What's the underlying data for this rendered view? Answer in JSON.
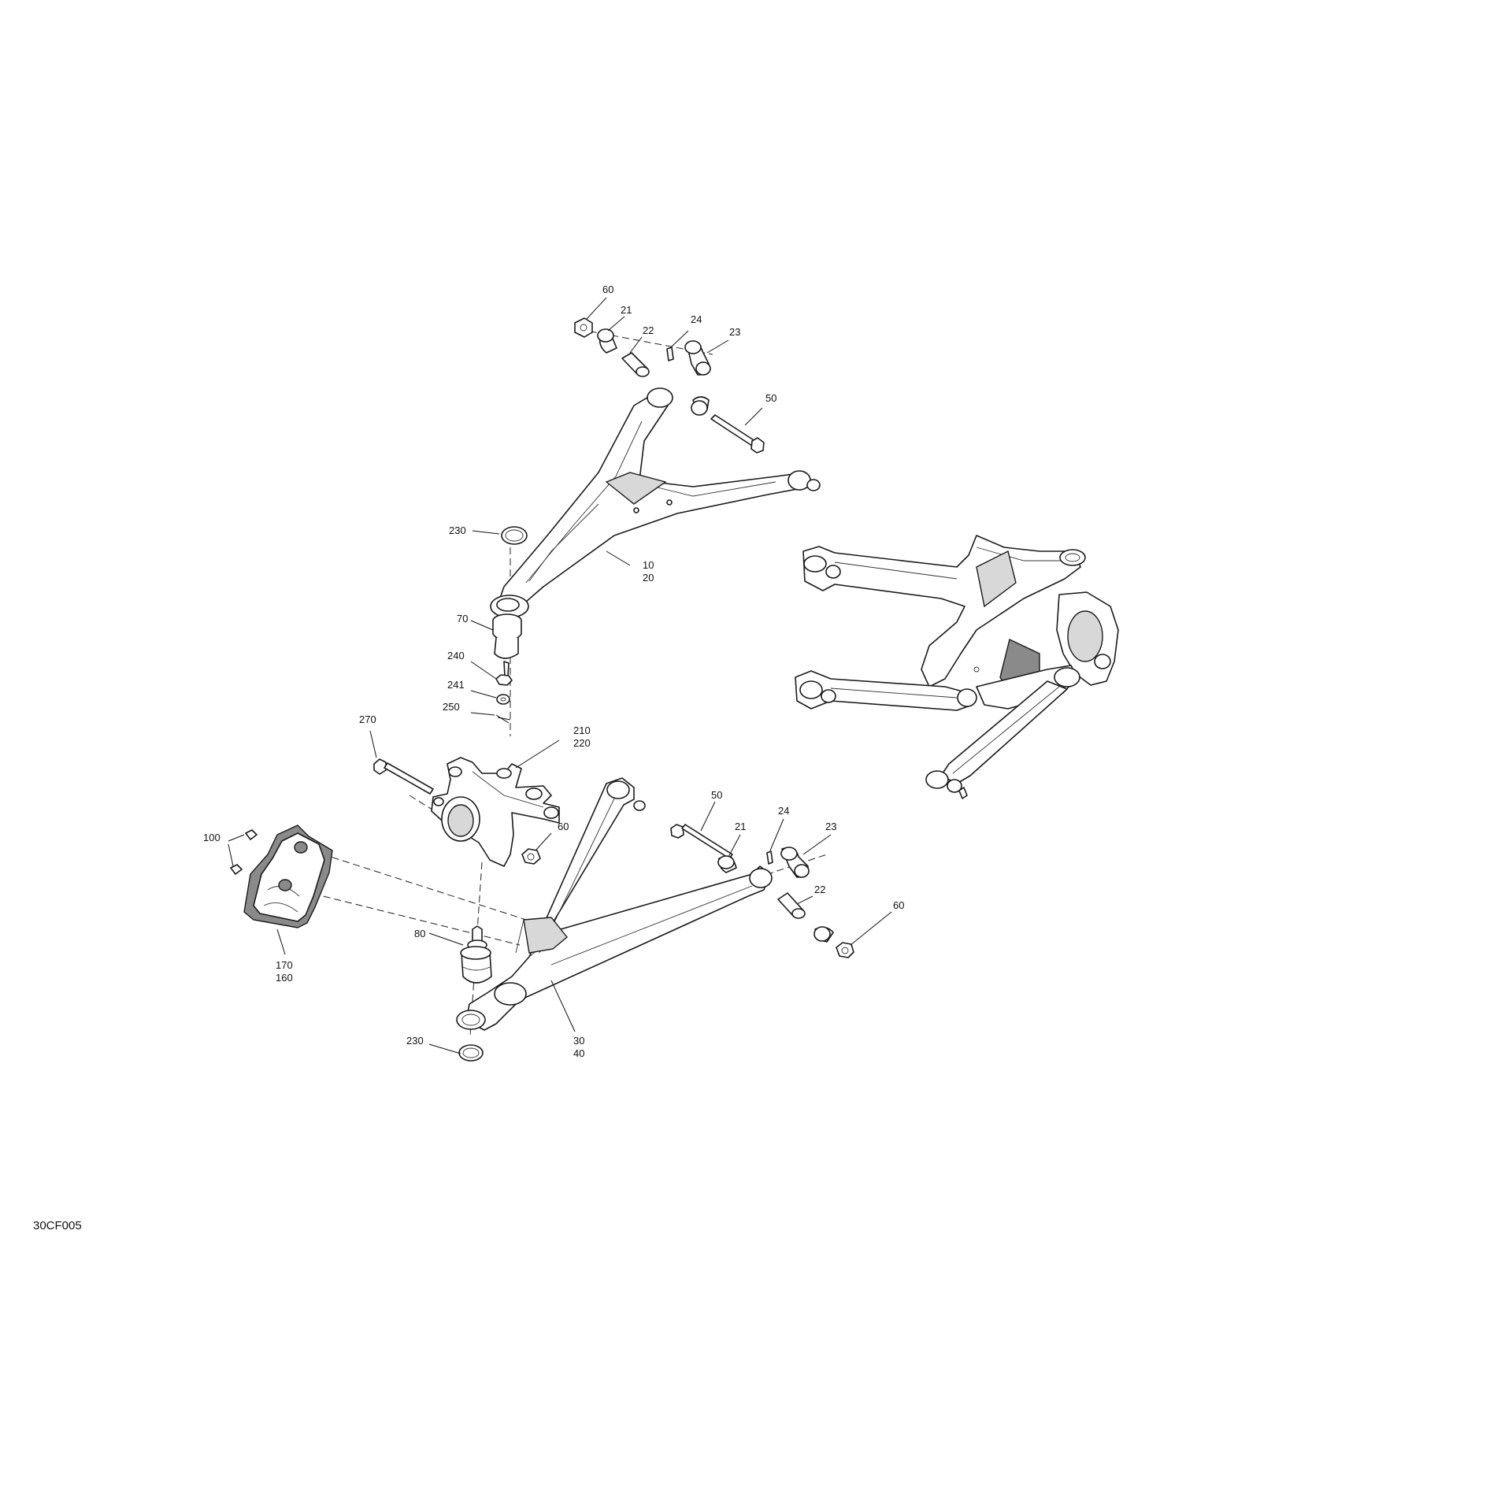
{
  "diagram_code": "30CF005",
  "callouts": {
    "c60_top": "60",
    "c21_top": "21",
    "c22_top": "22",
    "c24_top": "24",
    "c23_top": "23",
    "c50_top": "50",
    "c230_top": "230",
    "c10": "10",
    "c20": "20",
    "c70": "70",
    "c240": "240",
    "c241": "241",
    "c250": "250",
    "c270": "270",
    "c210": "210",
    "c220": "220",
    "c60_knuckle": "60",
    "c100": "100",
    "c170": "170",
    "c160": "160",
    "c80": "80",
    "c50_bottom": "50",
    "c21_bottom": "21",
    "c24_bottom": "24",
    "c23_bottom": "23",
    "c22_bottom": "22",
    "c60_bottom": "60",
    "c230_bottom": "230",
    "c30": "30",
    "c40": "40"
  }
}
